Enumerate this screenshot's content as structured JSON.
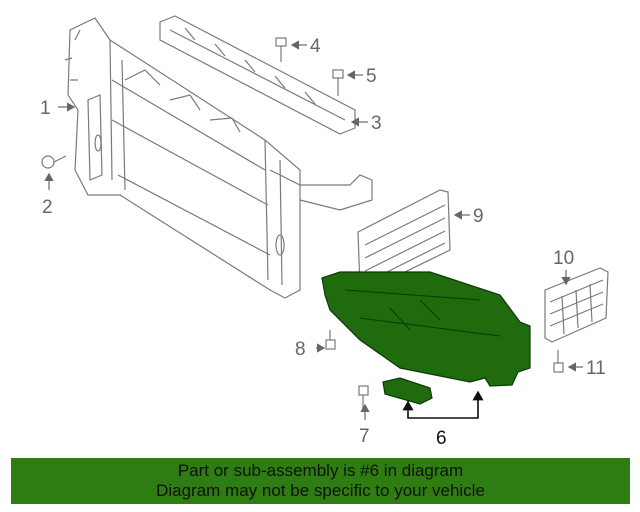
{
  "callouts": [
    {
      "id": "1",
      "label": "1"
    },
    {
      "id": "2",
      "label": "2"
    },
    {
      "id": "3",
      "label": "3"
    },
    {
      "id": "4",
      "label": "4"
    },
    {
      "id": "5",
      "label": "5"
    },
    {
      "id": "6",
      "label": "6"
    },
    {
      "id": "7",
      "label": "7"
    },
    {
      "id": "8",
      "label": "8"
    },
    {
      "id": "9",
      "label": "9"
    },
    {
      "id": "10",
      "label": "10"
    },
    {
      "id": "11",
      "label": "11"
    }
  ],
  "highlight_part": "6",
  "colors": {
    "highlight": "#1f6b0e",
    "banner": "#2e7d12",
    "line": "#666666"
  },
  "banner": {
    "line1": "Part or sub-assembly is #6 in diagram",
    "line2": "Diagram may not be specific to your vehicle"
  }
}
